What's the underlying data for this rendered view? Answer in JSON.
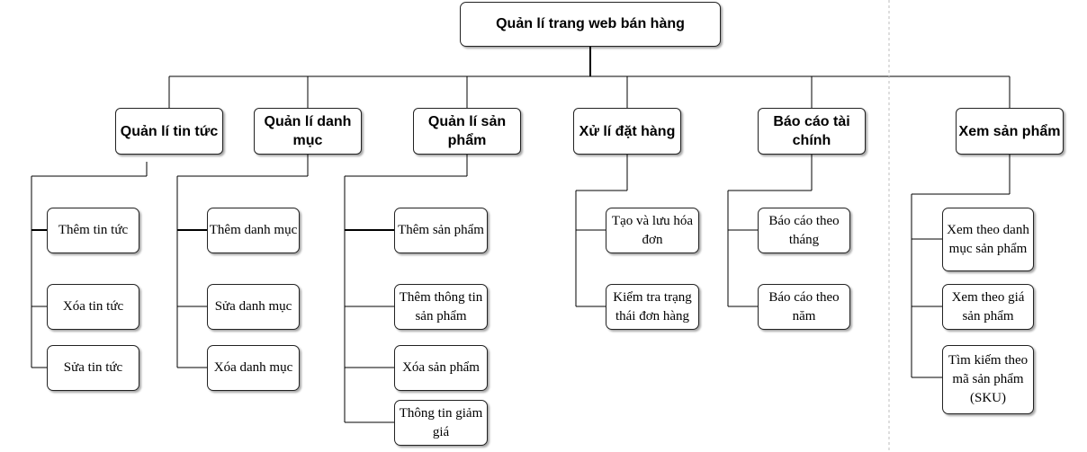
{
  "root": "Quản lí trang web bán hàng",
  "categories": [
    {
      "label": "Quản lí tin tức",
      "items": [
        "Thêm tin tức",
        "Xóa tin tức",
        "Sửa tin tức"
      ]
    },
    {
      "label": "Quản lí danh mục",
      "items": [
        "Thêm danh mục",
        "Sửa danh mục",
        "Xóa danh mục"
      ]
    },
    {
      "label": "Quản lí sản phẩm",
      "items": [
        "Thêm sản phẩm",
        "Thêm thông tin sản phẩm",
        "Xóa sản phẩm",
        "Thông tin giảm giá"
      ]
    },
    {
      "label": "Xử lí đặt hàng",
      "items": [
        "Tạo và lưu hóa đơn",
        "Kiểm tra trạng thái đơn hàng"
      ]
    },
    {
      "label": "Báo cáo tài chính",
      "items": [
        "Báo cáo theo tháng",
        "Báo cáo theo năm"
      ]
    },
    {
      "label": "Xem sản phẩm",
      "items": [
        "Xem theo danh mục sản phẩm",
        "Xem theo giá sản phẩm",
        "Tìm kiếm theo mã sản phẩm (SKU)"
      ]
    }
  ]
}
